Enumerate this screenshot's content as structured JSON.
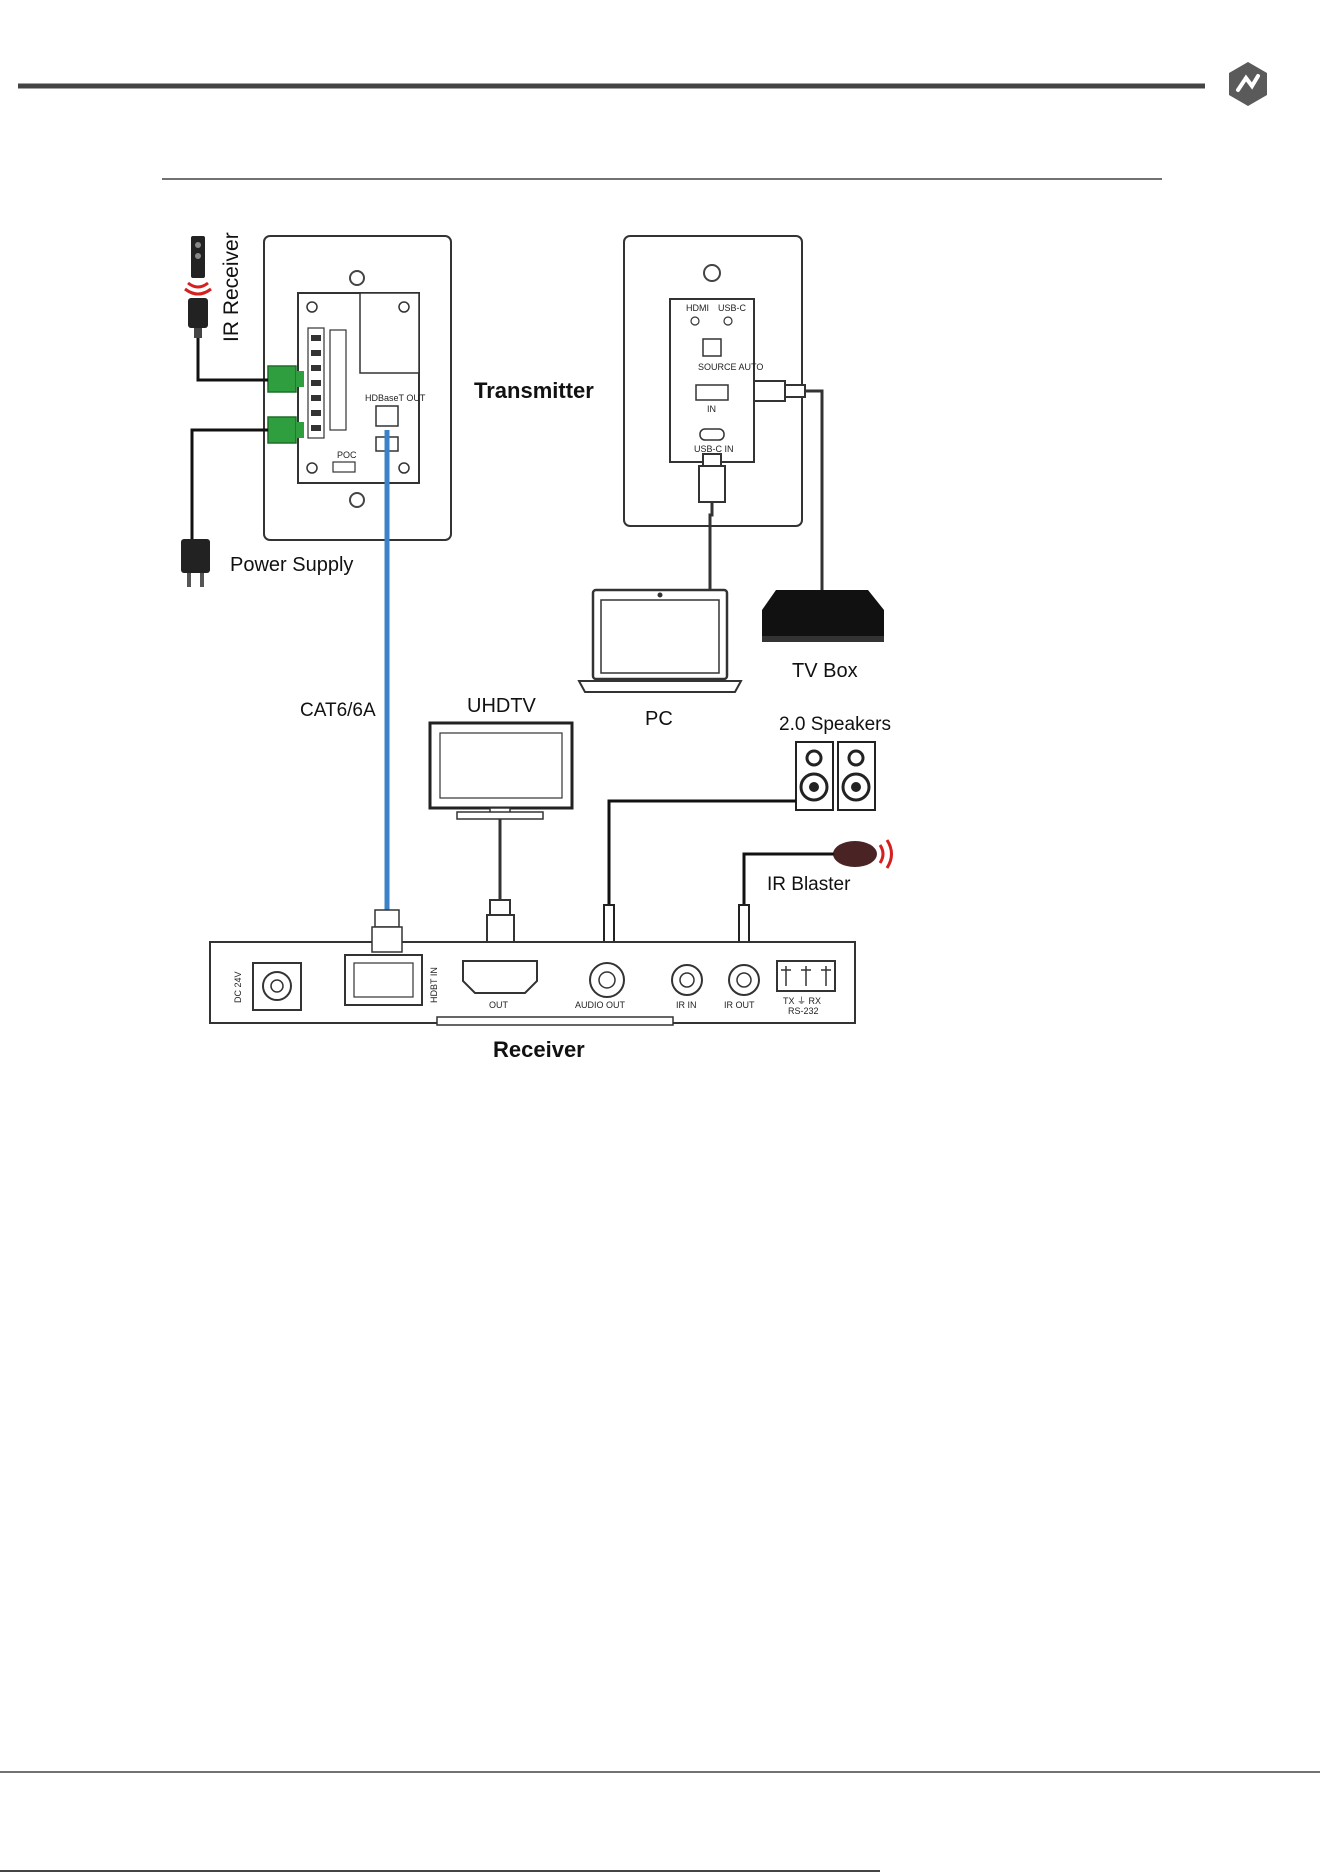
{
  "labels": {
    "ir_receiver": "IR Receiver",
    "transmitter": "Transmitter",
    "power_supply": "Power Supply",
    "cat_cable": "CAT6/6A",
    "uhdtv": "UHDTV",
    "pc": "PC",
    "tv_box": "TV Box",
    "speakers": "2.0 Speakers",
    "ir_blaster": "IR Blaster",
    "receiver": "Receiver"
  },
  "transmitter_panel": {
    "hdbaset_out": "HDBaseT OUT",
    "poc": "POC"
  },
  "wallplate_ports": {
    "hdmi": "HDMI",
    "usbc": "USB-C",
    "source_auto": "SOURCE AUTO",
    "in": "IN",
    "usbc_in": "USB-C IN"
  },
  "receiver_ports": {
    "dc": "DC 24V",
    "hdbt_in": "HDBT IN",
    "out": "OUT",
    "audio_out": "AUDIO OUT",
    "ir_in": "IR IN",
    "ir_out": "IR OUT",
    "rs232_pins": "TX ⏚ RX",
    "rs232": "RS-232"
  },
  "colors": {
    "cat_cable": "#3b82c8",
    "rule": "#333333",
    "logo": "#555555",
    "terminal_green": "#2e9e3e",
    "ir_signal": "#d62020"
  },
  "icons": {
    "logo": "brand-logo-icon"
  }
}
